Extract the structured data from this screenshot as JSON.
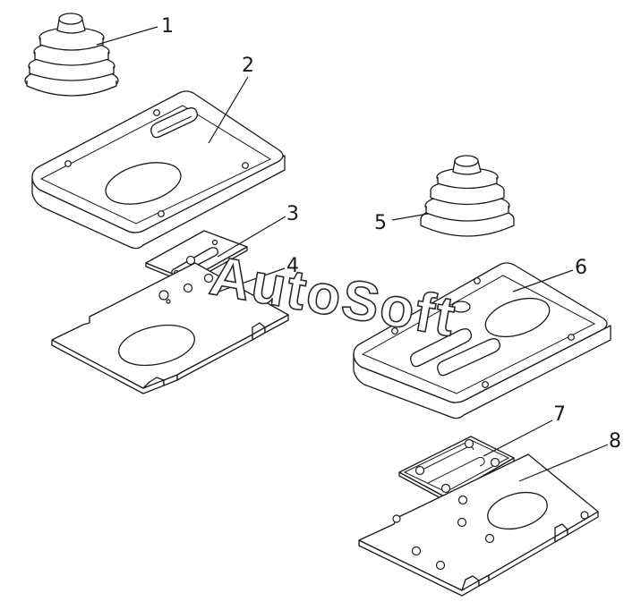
{
  "callouts": {
    "c1": "1",
    "c2": "2",
    "c3": "3",
    "c4": "4",
    "c5": "5",
    "c6": "6",
    "c7": "7",
    "c8": "8"
  },
  "watermark": "AutoSoft",
  "colors": {
    "line": "#1a1a1a",
    "background": "#ffffff"
  }
}
